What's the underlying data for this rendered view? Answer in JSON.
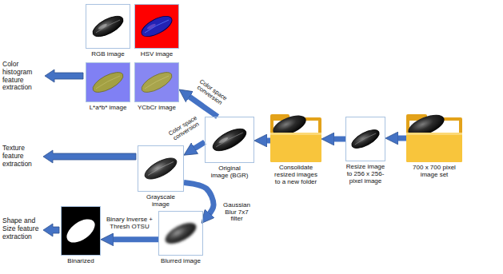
{
  "diagram": {
    "nodes": [
      {
        "text": [
          "RGB image"
        ]
      },
      {
        "text": [
          "HSV image"
        ]
      },
      {
        "text": [
          "L*a*b* image"
        ]
      },
      {
        "text": [
          "YCbCr image"
        ]
      },
      {
        "text": [
          "Original image (BGR)"
        ]
      },
      {
        "text": [
          "Consolidate resized images to a new folder"
        ]
      },
      {
        "text": [
          "Resize image to 256 x 256-pixel image"
        ]
      },
      {
        "text": [
          "700 x 700 pixel image set"
        ]
      },
      {
        "text": [
          "Grayscale image"
        ]
      },
      {
        "text": [
          "Blurred image"
        ]
      },
      {
        "text": [
          "Binarized"
        ]
      }
    ],
    "edges": [
      {
        "from": 7,
        "to": 6,
        "arrow": "to"
      },
      {
        "from": 6,
        "to": 5,
        "arrow": "to"
      },
      {
        "from": 5,
        "to": 4,
        "arrow": "to"
      },
      {
        "from": 4,
        "to": 3,
        "label": "Color space conversion",
        "arrow": "to"
      },
      {
        "from": 4,
        "to": 8,
        "label": "Color space conversion",
        "arrow": "to"
      },
      {
        "from": 8,
        "to": 9,
        "label": "Gaussian Blur 7x7 filter",
        "arrow": "to"
      },
      {
        "from": 9,
        "to": 10,
        "label": "Binary Inverse + Thresh OTSU",
        "arrow": "to"
      }
    ],
    "labels": [
      "Color histogram feature extraction",
      "Texture feature extraction",
      "Shape and Size feature extraction"
    ]
  }
}
